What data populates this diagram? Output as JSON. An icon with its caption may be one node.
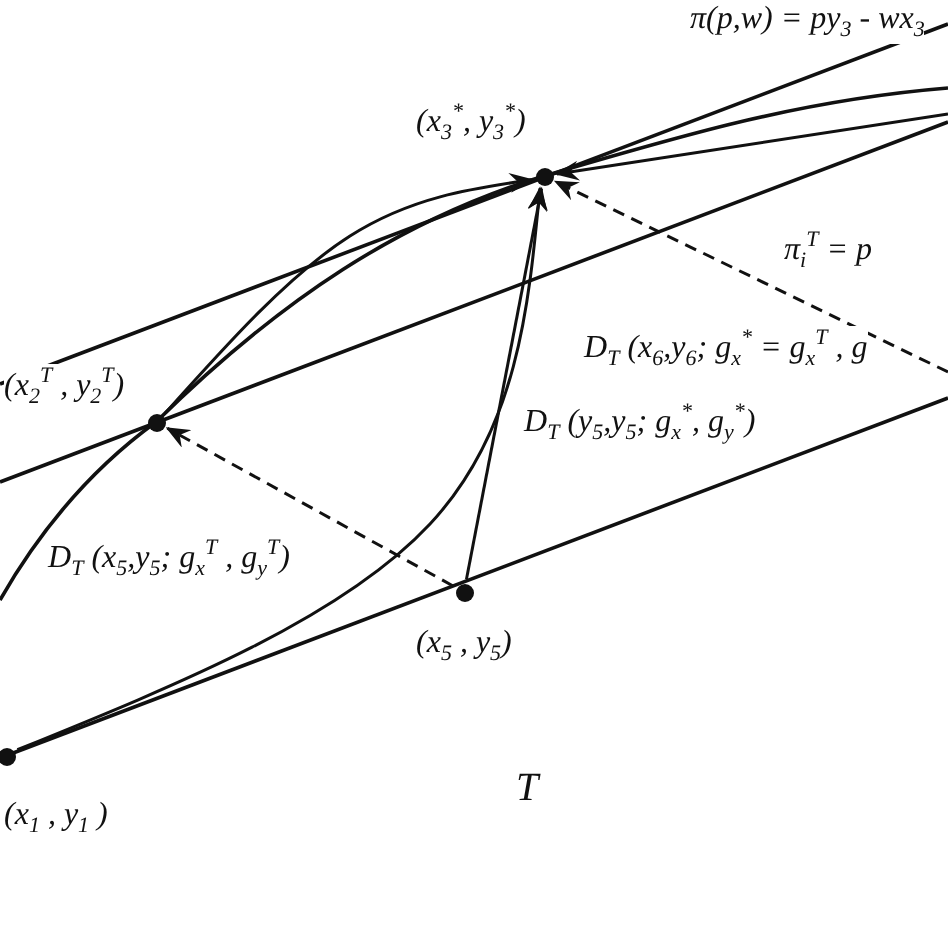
{
  "diagram": {
    "nodes": [
      {
        "text": [],
        "shape": "circle",
        "beside": [
          "(x$_{3}$$^{*}$, y$_{3}$$^{*}$)"
        ]
      },
      {
        "text": [],
        "shape": "circle",
        "beside": [
          "(x$_{2}$$^{T}$ , y$_{2}$$^{T}$)"
        ]
      },
      {
        "text": [],
        "shape": "circle",
        "beside": [
          "(x$_{5}$ , y$_{5}$)"
        ]
      },
      {
        "text": [],
        "shape": "circle",
        "beside": [
          "(x$_{1}$ , y$_{1}$ )"
        ]
      }
    ],
    "edges": [
      {
        "from": 2,
        "to": 0,
        "arrow": "to",
        "label": "D$_{T}$ (y$_{5}$,y$_{5}$; g$_{x}$$^{*}$, g$_{y}$$^{*}$)"
      },
      {
        "from": 2,
        "to": 1,
        "arrow": "to",
        "style": "dashed",
        "label": "D$_{T}$ (x$_{5}$,y$_{5}$;  g$_{x}$$^{T}$ , g$_{y}$$^{T}$)"
      },
      {
        "from": null,
        "to": 0,
        "arrow": "to",
        "style": "dashed",
        "label": "D$_{T}$ (x$_{6}$,y$_{6}$; g$_{x}$$^{*}$ = g$_{x}$$^{T}$ , g"
      },
      {
        "from": null,
        "to": 0,
        "arrow": "to"
      },
      {
        "from": 1,
        "to": 0,
        "arrow": "to"
      },
      {
        "from": 3,
        "to": 0,
        "arrow": "to"
      }
    ],
    "labels": [
      "π(p,w) = py$_{3}$ - wx$_{3}$",
      "π$_{i}$$^{T}$ = p",
      "T"
    ]
  }
}
